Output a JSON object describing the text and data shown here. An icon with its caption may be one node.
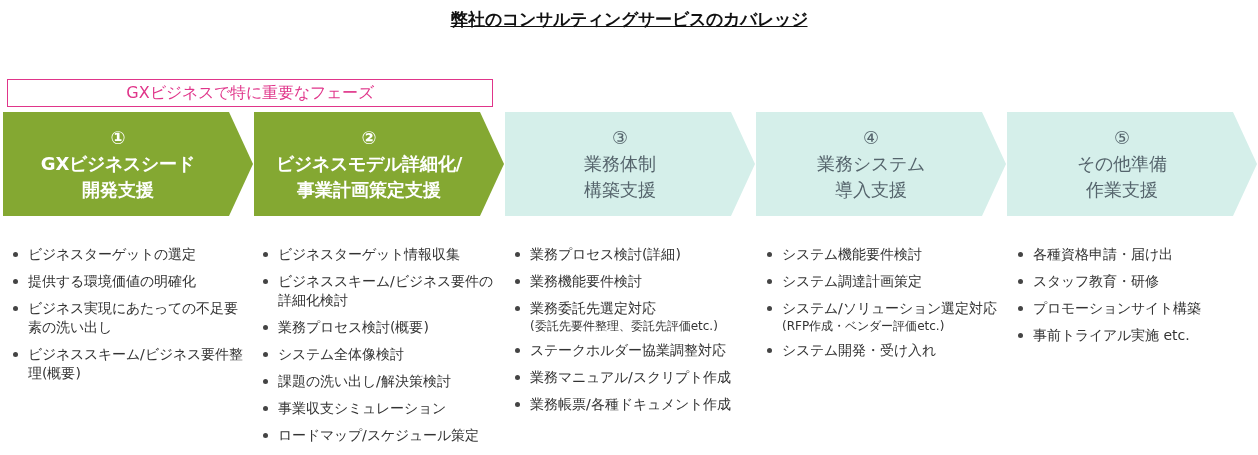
{
  "diagram": {
    "title": "弊社のコンサルティングサービスのカバレッジ",
    "nodes": [
      {
        "text": [
          "GXビジネスで特に重要なフェーズ"
        ]
      },
      {
        "text": [
          "①",
          "GXビジネスシード開発支援"
        ],
        "beside": [
          "ビジネスターゲットの選定",
          "提供する環境価値の明確化",
          "ビジネス実現にあたっての不足要素の洗い出し",
          "ビジネススキーム/ビジネス要件整理(概要)"
        ]
      },
      {
        "text": [
          "②",
          "ビジネスモデル詳細化/事業計画策定支援"
        ],
        "beside": [
          "ビジネスターゲット情報収集",
          "ビジネススキーム/ビジネス要件の詳細化検討",
          "業務プロセス検討(概要)",
          "システム全体像検討",
          "課題の洗い出し/解決策検討",
          "事業収支シミュレーション",
          "ロードマップ/スケジュール策定"
        ]
      },
      {
        "text": [
          "③",
          "業務体制構築支援"
        ],
        "beside": [
          "業務プロセス検討(詳細)",
          "業務機能要件検討",
          "業務委託先選定対応",
          "(委託先要件整理、委託先評価etc.)",
          "ステークホルダー協業調整対応",
          "業務マニュアル/スクリプト作成",
          "業務帳票/各種ドキュメント作成"
        ]
      },
      {
        "text": [
          "④",
          "業務システム導入支援"
        ],
        "beside": [
          "システム機能要件検討",
          "システム調達計画策定",
          "システム/ソリューション選定対応",
          "(RFP作成・ベンダー評価etc.)",
          "システム開発・受け入れ"
        ]
      },
      {
        "text": [
          "⑤",
          "その他準備作業支援"
        ],
        "beside": [
          "各種資格申請・届け出",
          "スタッフ教育・研修",
          "プロモーションサイト構築",
          "事前トライアル実施 etc."
        ]
      }
    ]
  }
}
